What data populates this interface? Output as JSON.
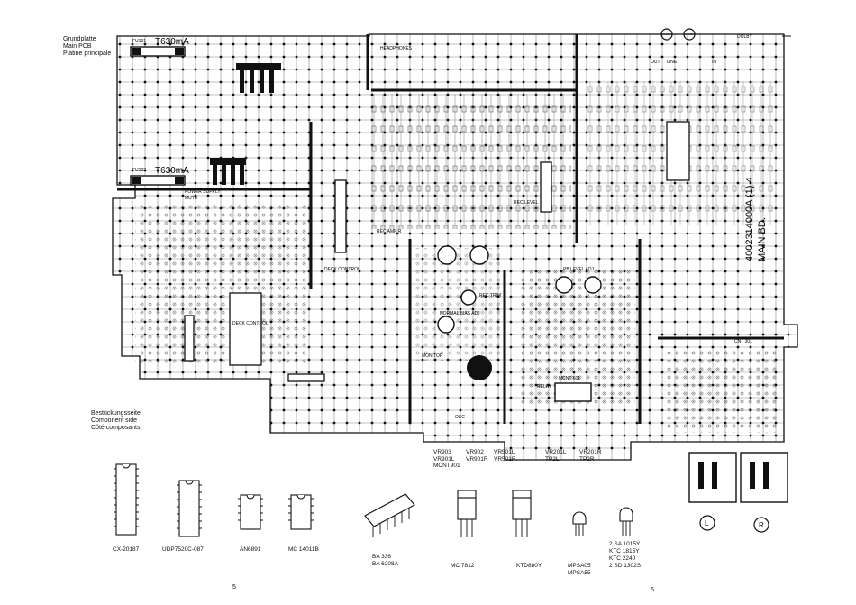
{
  "title": {
    "de": "Grundplatte",
    "en": "Main PCB",
    "fr": "Platine principale"
  },
  "side_label": {
    "de": "Bestückungsseite",
    "en": "Component side",
    "fr": "Côté composants"
  },
  "board_id": "4002314000A (1) 4",
  "board_name": "MAIN BD.",
  "fuse_1": "T630mA",
  "fuse_2": "T630mA",
  "fuse_1_ref": "FU101",
  "fuse_2_ref": "FU102",
  "section_labels": {
    "headphones": "HEADPHONES",
    "power_supply": "POWER SUPPLY",
    "mute": "MUTE",
    "deck_control": "DECK CONTROL",
    "deck_control_ic": "DECK CONTROL",
    "rec_level": "REC LEVEL",
    "rec_amp": "REC AMP R",
    "pb_level_adj": "PB LEVEL ADJ",
    "rec_trim": "REC TRIM",
    "normal_bias_adj": "NORMAL BIAS ADJ",
    "monitor": "MONITOR",
    "relay": "RELAY",
    "dolby": "DOLBY",
    "line_in_out": "LINE",
    "osc": "OSC",
    "mcnt": "MCNT 601",
    "cnt301": "CNT 301",
    "out": "OUT",
    "in": "IN"
  },
  "callout_labels": {
    "left": "L",
    "right": "R"
  },
  "trimmer_lists": [
    [
      "VR903",
      "VR901L",
      "MCNT901"
    ],
    [
      "VR902",
      "VR901R"
    ],
    [
      "VR501L",
      "VR501R"
    ],
    [
      "VR201L",
      "TP2L"
    ],
    [
      "VR201R",
      "TP2R"
    ]
  ],
  "packages": [
    {
      "label": "CX-20187"
    },
    {
      "label": "UDP7520C-087"
    },
    {
      "label": "AN6891"
    },
    {
      "label": "MC 14011B"
    },
    {
      "label": "BA 336\nBA 6208A"
    },
    {
      "label": "MC 7812"
    },
    {
      "label": "KTD880Y"
    },
    {
      "label": "MPSA05\nMPSA55"
    },
    {
      "label": "2 SA 1015Y\nKTC 1815Y\nKTC 2240\n2 SD 1302S"
    }
  ],
  "page_numbers": {
    "left": "5",
    "right": "6"
  },
  "colors": {
    "ink": "#111111",
    "paper": "#ffffff"
  }
}
